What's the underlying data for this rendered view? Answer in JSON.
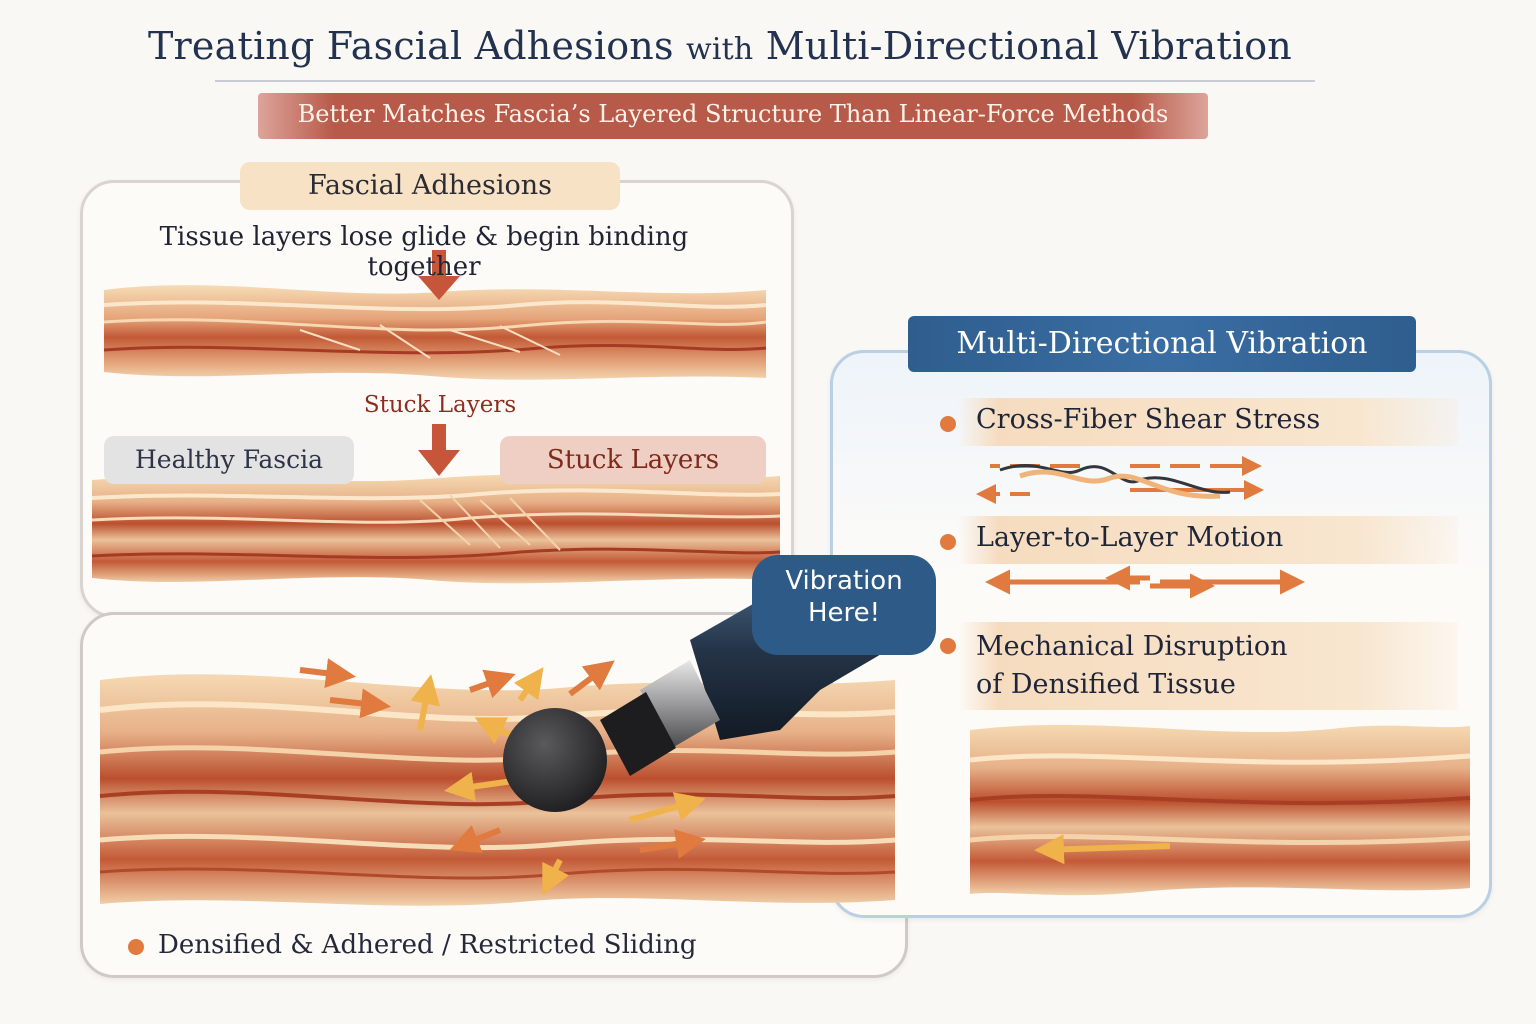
{
  "header": {
    "title_part1": "Treating Fascial Adhesions ",
    "title_part2": "with",
    "title_part3": " Multi-Directional Vibration",
    "subtitle": "Better Matches Fascia’s Layered Structure Than Linear-Force Methods"
  },
  "adhesions_panel": {
    "heading": "Fascial Adhesions",
    "description": "Tissue layers lose glide & begin binding together",
    "stuck_label_top": "Stuck Layers",
    "healthy_label": "Healthy Fascia",
    "stuck_label": "Stuck Layers"
  },
  "vibration_panel": {
    "callout": [
      "Vibration",
      "Here!"
    ],
    "bottom_label": "Densified & Adhered / Restricted Sliding"
  },
  "multi_panel": {
    "heading": "Multi-Directional Vibration",
    "items": [
      "Cross-Fiber Shear Stress",
      "Layer-to-Layer Motion",
      "Mechanical Disruption",
      "of Densified Tissue"
    ]
  },
  "colors": {
    "title_navy": "#22324f",
    "banner_red": "#b85a4a",
    "accent_orange": "#e07a3e",
    "blue_banner": "#2f5d8e",
    "tissue_red": "#b9472c",
    "tissue_cream": "#f3d3a8"
  }
}
